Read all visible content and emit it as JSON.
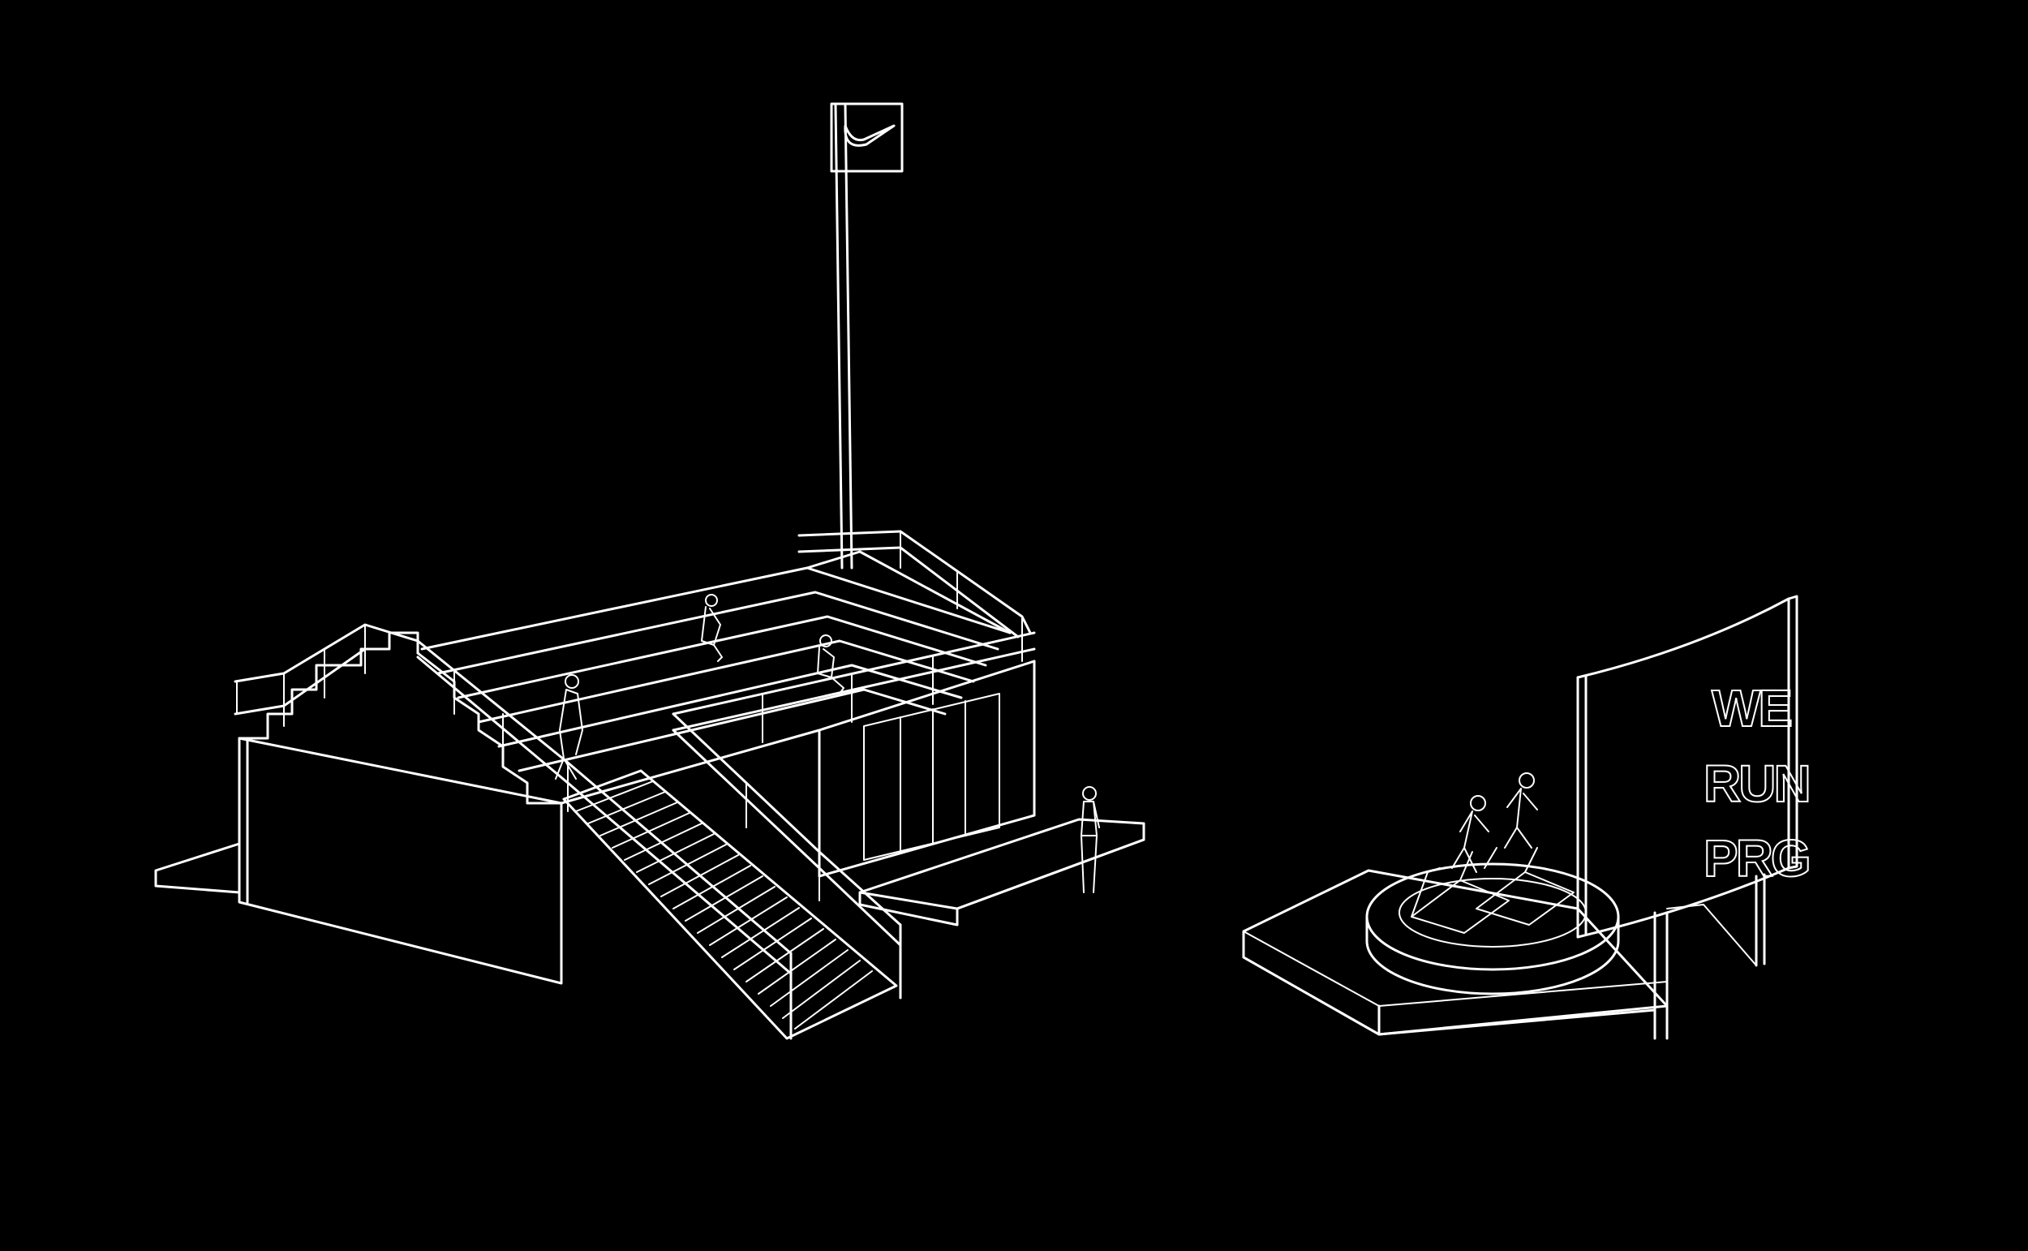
{
  "colors": {
    "background": "#000000",
    "line": "#ffffff"
  },
  "flag": {
    "logo_icon": "swoosh-icon"
  },
  "sign": {
    "lines": [
      "WE",
      "RUN",
      "PRG"
    ]
  }
}
